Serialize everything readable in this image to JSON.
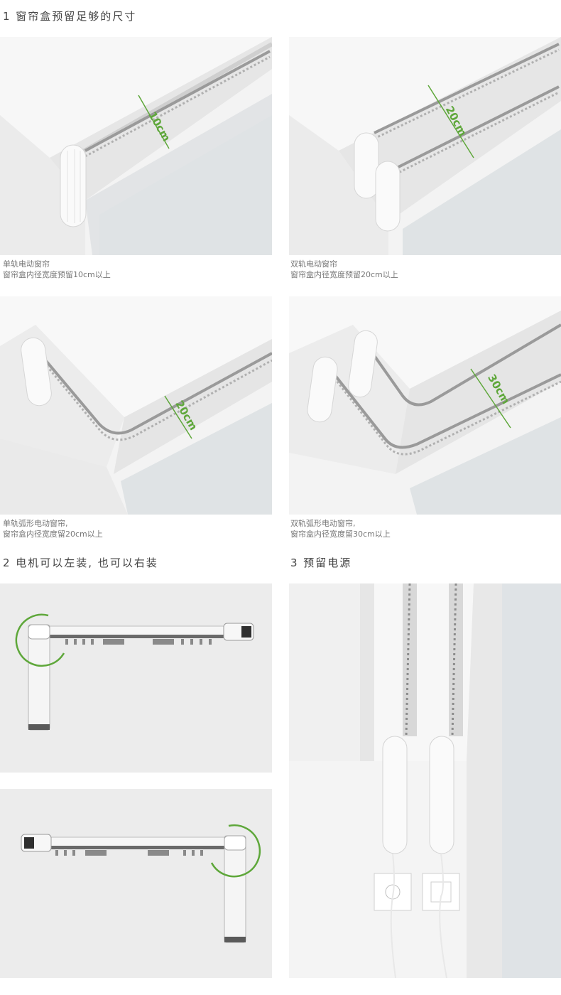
{
  "section1": {
    "heading": "1 窗帘盒预留足够的尺寸",
    "items": [
      {
        "title": "单轨电动窗帘",
        "desc": "窗帘盒内径宽度预留10cm以上",
        "dimension": "10cm"
      },
      {
        "title": "双轨电动窗帘",
        "desc": "窗帘盒内径宽度预留20cm以上",
        "dimension": "20cm"
      },
      {
        "title": "单轨弧形电动窗帘,",
        "desc": "窗帘盒内径宽度留20cm以上",
        "dimension": "20cm"
      },
      {
        "title": "双轨弧形电动窗帘,",
        "desc": "窗帘盒内径宽度留30cm以上",
        "dimension": "30cm"
      }
    ]
  },
  "section2": {
    "heading": "2 电机可以左装, 也可以右装"
  },
  "section3": {
    "heading": "3 预留电源"
  },
  "colors": {
    "accent": "#5ea73a",
    "background": "#f1f1f1"
  }
}
